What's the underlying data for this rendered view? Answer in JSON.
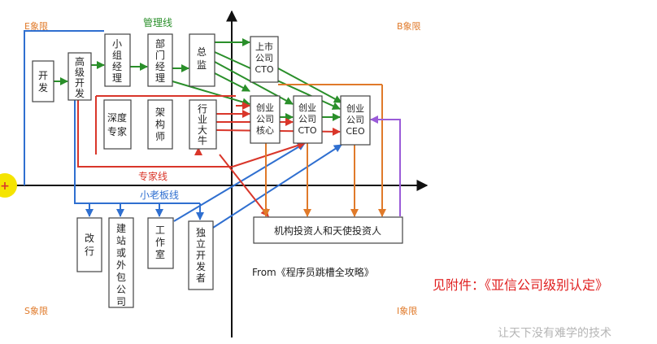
{
  "quadrants": {
    "e": "E象限",
    "b": "B象限",
    "s": "S象限",
    "i": "I象限"
  },
  "track_labels": {
    "management": "管理线",
    "expert": "专家线",
    "small_boss": "小老板线"
  },
  "boxes": {
    "dev": [
      "开",
      "发"
    ],
    "senior_dev": [
      "高",
      "级",
      "开",
      "发"
    ],
    "team_lead": [
      "小",
      "组",
      "经",
      "理"
    ],
    "dept_manager": [
      "部",
      "门",
      "经",
      "理"
    ],
    "director": [
      "总",
      "监"
    ],
    "listed_cto": [
      "上市",
      "公司",
      "CTO"
    ],
    "startup_core": [
      "创业",
      "公司",
      "核心"
    ],
    "startup_cto": [
      "创业",
      "公司",
      "CTO"
    ],
    "startup_ceo": [
      "创业",
      "公司",
      "CEO"
    ],
    "expert": [
      "深度",
      "专家"
    ],
    "architect": [
      "架",
      "构",
      "师"
    ],
    "industry_guru": [
      "行",
      "业",
      "大",
      "牛"
    ],
    "career_change": [
      "改",
      "行"
    ],
    "outsourcing": [
      "建",
      "站",
      "或",
      "外",
      "包",
      "公",
      "司"
    ],
    "studio": [
      "工",
      "作",
      "室"
    ],
    "indie_dev": [
      "独",
      "立",
      "开",
      "发",
      "者"
    ],
    "investors": "机构投资人和天使投资人"
  },
  "source": "From《程序员跳槽全攻略》",
  "attachment": "见附件：《亚信公司级别认定》",
  "watermark": "让天下没有难学的技术",
  "cursor_symbol": "+",
  "colors": {
    "management": "#2a8f2a",
    "expert": "#d9362a",
    "small_boss": "#2f6fd0",
    "investor": "#e07a2a",
    "ceo_link": "#9a5bd8",
    "quadrant": "#e07a2a",
    "attachment": "#e02020",
    "cursor": "#f5e400"
  }
}
